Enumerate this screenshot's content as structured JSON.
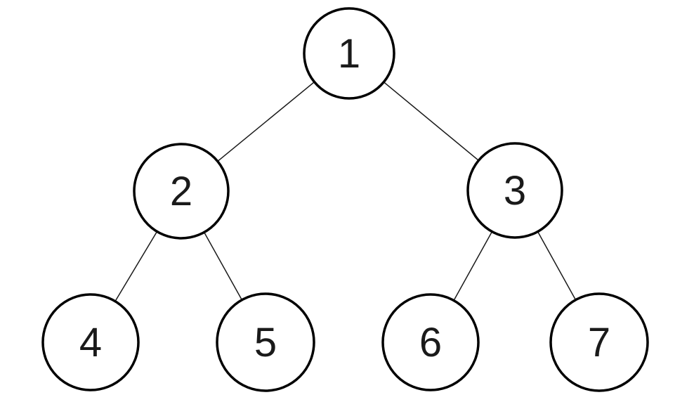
{
  "diagram": {
    "type": "binary-tree",
    "description": "Complete binary tree with 7 numbered nodes in level order",
    "nodes": [
      {
        "id": "1",
        "label": "1",
        "level": 0
      },
      {
        "id": "2",
        "label": "2",
        "level": 1
      },
      {
        "id": "3",
        "label": "3",
        "level": 1
      },
      {
        "id": "4",
        "label": "4",
        "level": 2
      },
      {
        "id": "5",
        "label": "5",
        "level": 2
      },
      {
        "id": "6",
        "label": "6",
        "level": 2
      },
      {
        "id": "7",
        "label": "7",
        "level": 2
      }
    ],
    "edges": [
      {
        "from": "1",
        "to": "2"
      },
      {
        "from": "1",
        "to": "3"
      },
      {
        "from": "2",
        "to": "4"
      },
      {
        "from": "2",
        "to": "5"
      },
      {
        "from": "3",
        "to": "6"
      },
      {
        "from": "3",
        "to": "7"
      }
    ]
  },
  "colors": {
    "background": "#ffffff",
    "node_fill": "#ffffff",
    "node_stroke": "#000000",
    "edge_stroke": "#1a1a1a",
    "label": "#1a1a1a"
  }
}
